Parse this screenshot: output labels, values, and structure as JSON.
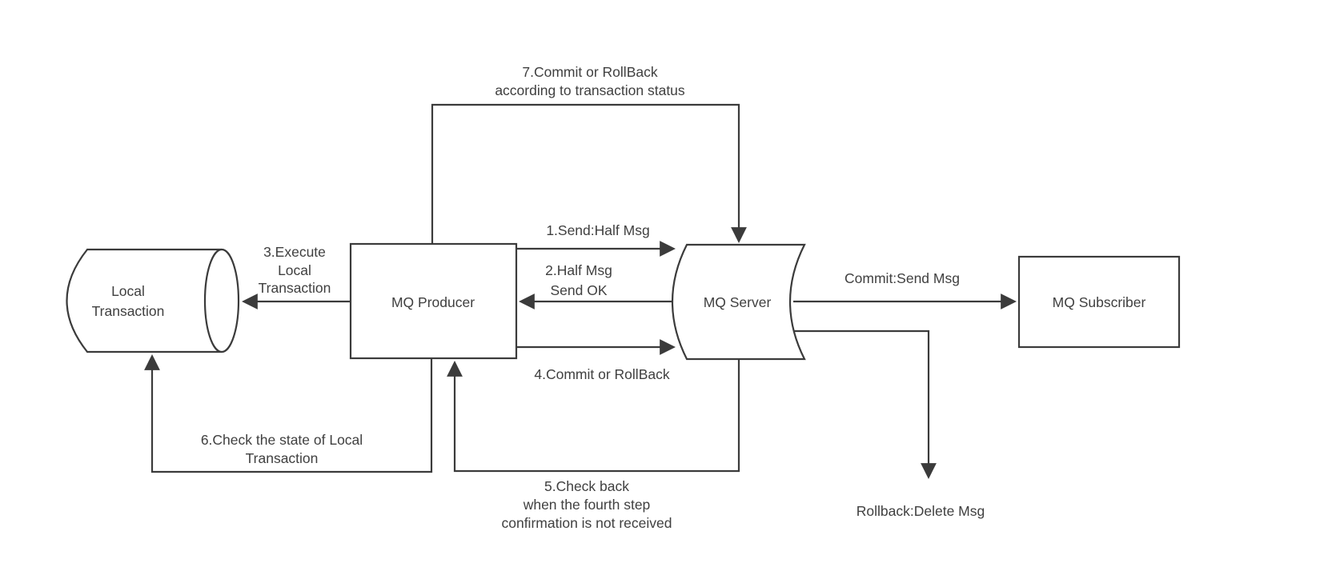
{
  "colors": {
    "background": "#ffffff",
    "line": "#3b3b3b",
    "text": "#404040",
    "node_fill": "#ffffff"
  },
  "nodes": {
    "local_transaction": {
      "shape": "horizontal-cylinder",
      "label_lines": [
        "Local",
        "Transaction"
      ]
    },
    "mq_producer": {
      "shape": "rectangle",
      "label": "MQ Producer"
    },
    "mq_server": {
      "shape": "stored-data",
      "label": "MQ Server"
    },
    "mq_subscriber": {
      "shape": "rectangle",
      "label": "MQ Subscriber"
    }
  },
  "edges": {
    "step1": {
      "from": "mq_producer",
      "to": "mq_server",
      "label": "1.Send:Half Msg"
    },
    "step2": {
      "from": "mq_server",
      "to": "mq_producer",
      "label_lines": [
        "2.Half Msg",
        "Send OK"
      ]
    },
    "step3": {
      "from": "mq_producer",
      "to": "local_transaction",
      "label_lines": [
        "3.Execute",
        "Local",
        "Transaction"
      ]
    },
    "step4": {
      "from": "mq_producer",
      "to": "mq_server",
      "label": "4.Commit or RollBack"
    },
    "step5": {
      "from": "mq_server",
      "to": "mq_producer",
      "label_lines": [
        "5.Check back",
        "when the fourth step",
        "confirmation is not received"
      ]
    },
    "step6": {
      "from": "mq_producer",
      "to": "local_transaction",
      "label_lines": [
        "6.Check the state of Local",
        "Transaction"
      ]
    },
    "step7": {
      "from": "mq_producer",
      "to": "mq_server",
      "label_lines": [
        "7.Commit or RollBack",
        "according to transaction status"
      ]
    },
    "commit": {
      "from": "mq_server",
      "to": "mq_subscriber",
      "label": "Commit:Send Msg"
    },
    "rollback": {
      "from": "mq_server",
      "label": "Rollback:Delete Msg"
    }
  }
}
